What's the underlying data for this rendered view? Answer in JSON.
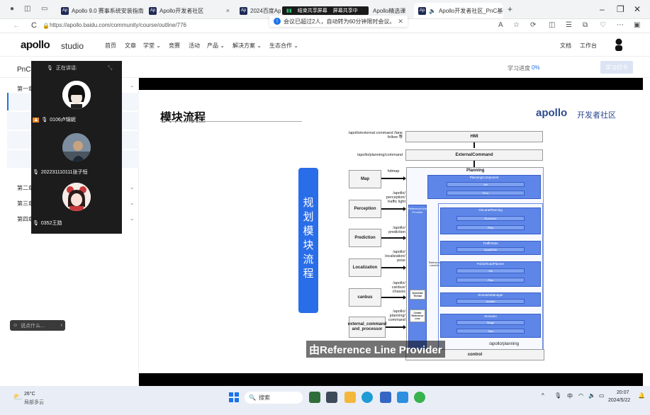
{
  "tabs": [
    {
      "label": "Apollo 9.0 赛事系统安装指南_A",
      "fav": "Ap"
    },
    {
      "label": "Apollo开发者社区",
      "fav": "Ap"
    },
    {
      "label": "2024百度Apollo智",
      "fav": "Ap"
    },
    {
      "label": "Apollo精选课",
      "fav": ""
    },
    {
      "label": "Apollo开发者社区_PnC基础",
      "fav": "Ap"
    }
  ],
  "share_bar": {
    "sharing": "屏幕共享中",
    "stop": "结束共享屏幕"
  },
  "meeting_notice": "会议已超过2人，自动转为60分钟限时会议。",
  "address": {
    "url": "https://apollo.baidu.com/community/course/outline/776"
  },
  "site": {
    "logo": "apollo",
    "logo_sub": "studio",
    "nav": [
      "首页",
      "文章",
      "学堂 ⌄",
      "竞赛",
      "活动",
      "产品 ⌄",
      "解决方案 ⌄",
      "生态合作 ⌄"
    ],
    "right": [
      "文档",
      "工作台"
    ]
  },
  "course": {
    "title": "PnC基",
    "progress_label": "学习进度",
    "progress_value": "0%",
    "study_button": "学习打卡"
  },
  "sidebar": {
    "chapters": [
      "第一章",
      "第二章",
      "第三章",
      "第四章"
    ],
    "search_placeholder": "说点什么..."
  },
  "participants": {
    "speaking_label": "正在讲话:",
    "people": [
      {
        "name": "0106卢锦妮"
      },
      {
        "name": "202231110111张子恒"
      },
      {
        "name": "0352王勋"
      }
    ]
  },
  "slide": {
    "title": "模块流程",
    "logo": "apollo",
    "logo_sub": "开发者社区",
    "vertical_label": "规划模块流程",
    "subtitle": "由Reference Line Provider",
    "diagram": {
      "top_boxes": [
        {
          "label": "HMI",
          "input": "/apollo/external command /lane follow 等"
        },
        {
          "label": "ExternalCommand",
          "input": "/apollo/planning/command"
        }
      ],
      "inputs": [
        {
          "label": "Map",
          "topic": "hdmap"
        },
        {
          "label": "Perception",
          "topic": "/apollo/ perception/ traffic light"
        },
        {
          "label": "Prediction",
          "topic": "/apollo/ prediction"
        },
        {
          "label": "Localization",
          "topic": "/apollo/ localization/ pose"
        },
        {
          "label": "canbus",
          "topic": "/apollo/ canbus/ chassis"
        },
        {
          "label": "external_command and_processor",
          "topic": "/apollo/ planning/ command"
        }
      ],
      "planning_title": "Planning",
      "component": "PlanningComponent",
      "component_items": [
        "Init",
        "Proc"
      ],
      "ref_provider": "ReferenceLine Provider",
      "on_lane": "OnLanePlanning",
      "on_lane_items": [
        "RunOnce",
        "Plan"
      ],
      "traffic": "TrafficRule",
      "traffic_items": [
        "ApplyRule"
      ],
      "public_road": "PublicRoadPlanner",
      "public_road_items": [
        "Init",
        "Plan"
      ],
      "scenario": "ScenarioManager",
      "scenario_items": [
        "Update"
      ],
      "scenario_box": "Scenario",
      "scenario_box_items": [
        "Stage",
        "Task"
      ],
      "generate_thread": "Generate Thread",
      "create_line": "Create Reference Line",
      "ref_lane": "Reference LaneInfo",
      "bottom_topic": "/apollo/planning",
      "control": "control"
    }
  },
  "taskbar": {
    "weather_temp": "26°C",
    "weather_desc": "局部多云",
    "search": "搜索",
    "time": "20:07",
    "date": "2024/5/22",
    "tray": [
      "^",
      "中"
    ]
  }
}
